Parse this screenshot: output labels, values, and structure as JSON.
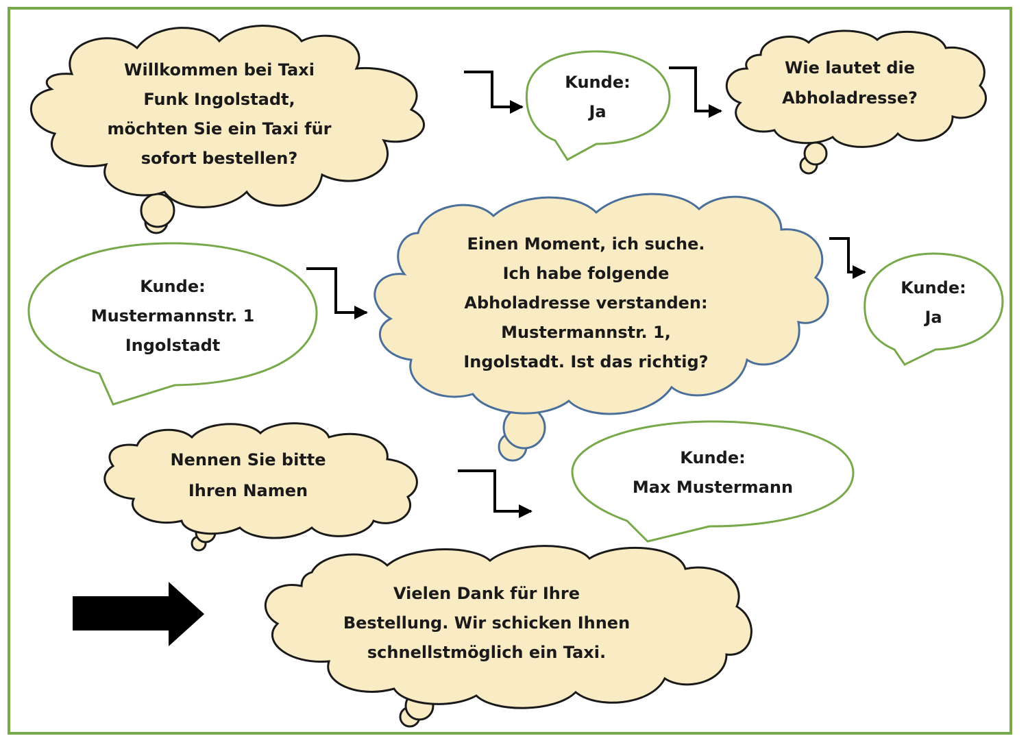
{
  "colors": {
    "frame": "#77a94a",
    "cloud_fill": "#f9ebc4",
    "cloud_stroke": "#1a1a1a",
    "cloud_stroke_blue": "#4a6f9a",
    "speech_stroke": "#77a94a",
    "arrow": "#000000"
  },
  "bubbles": {
    "welcome": {
      "lines": [
        "Willkommen bei Taxi",
        "Funk Ingolstadt,",
        "möchten Sie ein Taxi für",
        "sofort bestellen?"
      ]
    },
    "customer_yes_1": {
      "lines": [
        "Kunde:",
        "Ja"
      ]
    },
    "pickup_question": {
      "lines": [
        "Wie lautet die",
        "Abholadresse?"
      ]
    },
    "customer_address": {
      "lines": [
        "Kunde:",
        "Mustermannstr. 1",
        "Ingolstadt"
      ]
    },
    "confirm_address": {
      "lines": [
        "Einen Moment, ich suche.",
        "Ich habe folgende",
        "Abholadresse verstanden:",
        "Mustermannstr. 1,",
        "Ingolstadt. Ist das richtig?"
      ]
    },
    "customer_yes_2": {
      "lines": [
        "Kunde:",
        "Ja"
      ]
    },
    "name_question": {
      "lines": [
        "Nennen Sie bitte",
        "Ihren Namen"
      ]
    },
    "customer_name": {
      "lines": [
        "Kunde:",
        "Max Mustermann"
      ]
    },
    "thanks": {
      "lines": [
        "Vielen Dank für Ihre",
        "Bestellung. Wir schicken Ihnen",
        "schnellstmöglich ein Taxi."
      ]
    }
  }
}
